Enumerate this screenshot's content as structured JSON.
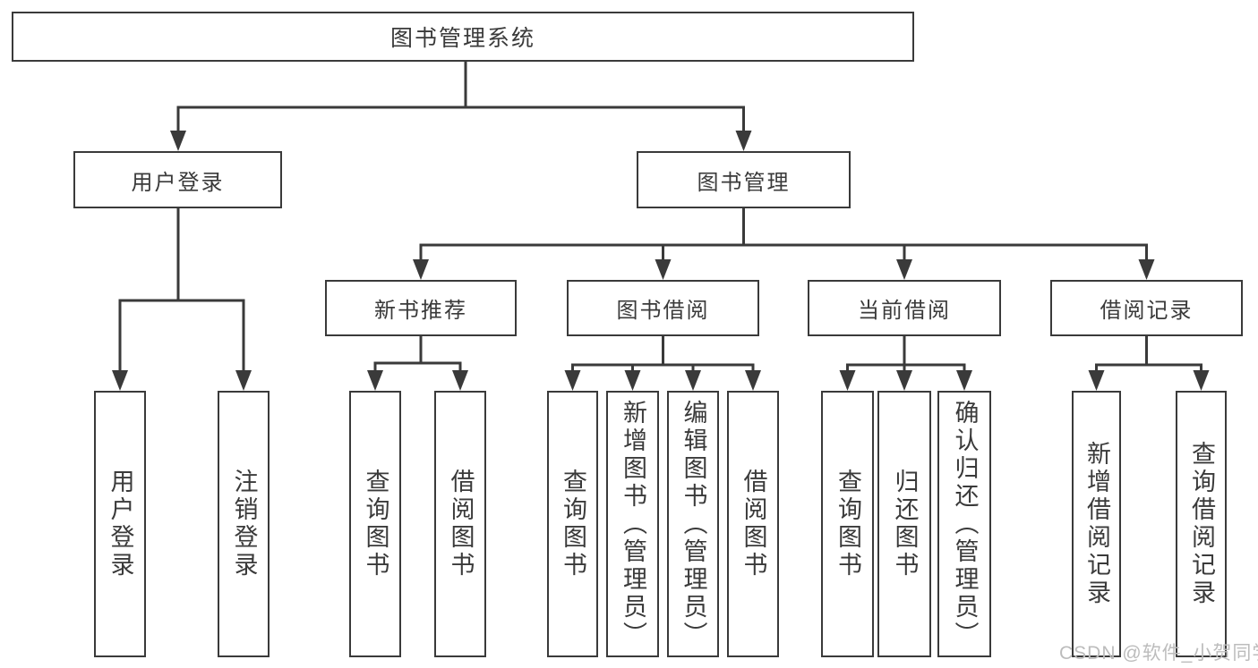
{
  "watermark": "CSDN @软件_小贺同学",
  "colors": {
    "line": "#3a3a3a",
    "text": "#3a3a3a",
    "watermark": "#bcbcbc",
    "background": "#ffffff"
  },
  "tree": {
    "label": "图书管理系统",
    "children": [
      {
        "label": "用户登录",
        "children": [
          {
            "label": "用户登录"
          },
          {
            "label": "注销登录"
          }
        ]
      },
      {
        "label": "图书管理",
        "children": [
          {
            "label": "新书推荐",
            "children": [
              {
                "label": "查询图书"
              },
              {
                "label": "借阅图书"
              }
            ]
          },
          {
            "label": "图书借阅",
            "children": [
              {
                "label": "查询图书"
              },
              {
                "label": "新增图书（管理员）"
              },
              {
                "label": "编辑图书（管理员）"
              },
              {
                "label": "借阅图书"
              }
            ]
          },
          {
            "label": "当前借阅",
            "children": [
              {
                "label": "查询图书"
              },
              {
                "label": "归还图书"
              },
              {
                "label": "确认归还（管理员）"
              }
            ]
          },
          {
            "label": "借阅记录",
            "children": [
              {
                "label": "新增借阅记录"
              },
              {
                "label": "查询借阅记录"
              }
            ]
          }
        ]
      }
    ]
  }
}
